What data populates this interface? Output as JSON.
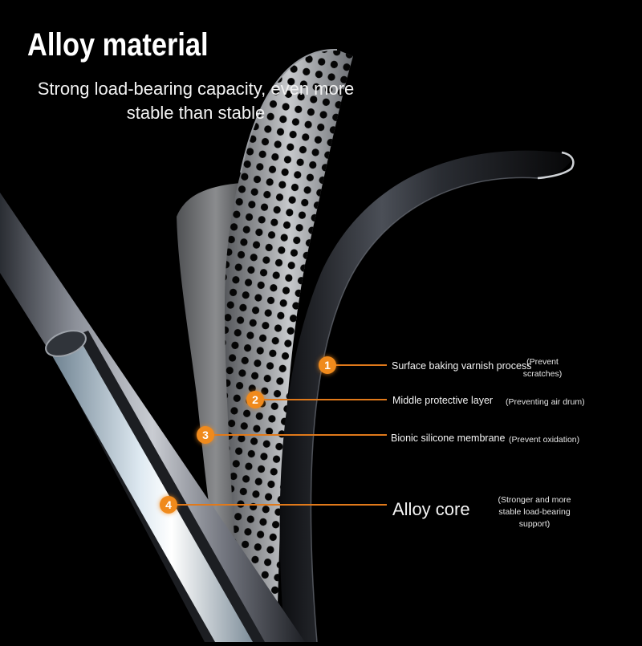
{
  "header": {
    "title": "Alloy material",
    "subtitle": "Strong load-bearing capacity, even more stable than stable"
  },
  "layers": [
    {
      "number": "1",
      "name": "Surface baking varnish process",
      "note": "(Prevent scratches)"
    },
    {
      "number": "2",
      "name": "Middle protective layer",
      "note": "(Preventing air drum)"
    },
    {
      "number": "3",
      "name": "Bionic silicone membrane",
      "note": "(Prevent oxidation)"
    },
    {
      "number": "4",
      "name": "Alloy core",
      "note": "(Stronger and more stable load-bearing support)"
    }
  ],
  "colors": {
    "background": "#000000",
    "accent": "#f08a1c",
    "text": "#ffffff"
  }
}
